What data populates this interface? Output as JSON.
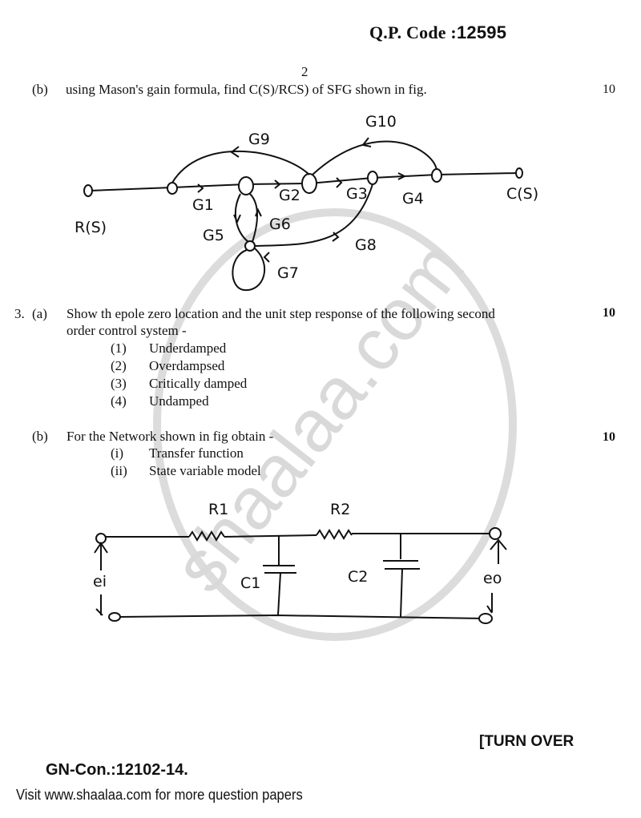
{
  "header": {
    "qp_code_label": "Q.P. Code :",
    "qp_code_value": "12595",
    "page_number": "2"
  },
  "watermark": {
    "text": "shaalaa.com",
    "color": "#d9d9d9"
  },
  "questions": [
    {
      "id": "2b",
      "number": "",
      "part": "(b)",
      "text": "using Mason's gain formula, find C(S)/RCS) of SFG shown in fig.",
      "marks": "10",
      "figure": {
        "type": "signal-flow-graph",
        "input_label": "R(S)",
        "output_label": "C(S)",
        "gain_labels": [
          "G1",
          "G2",
          "G3",
          "G4",
          "G5",
          "G6",
          "G7",
          "G8",
          "G9",
          "G10"
        ]
      }
    },
    {
      "id": "3a",
      "number": "3.",
      "part": "(a)",
      "text_line1": "Show th epole zero location and the unit step response of the following second",
      "text_line2": "order control system -",
      "marks": "10",
      "items": [
        {
          "num": "(1)",
          "text": "Underdamped"
        },
        {
          "num": "(2)",
          "text": "Overdampsed"
        },
        {
          "num": "(3)",
          "text": "Critically damped"
        },
        {
          "num": "(4)",
          "text": "Undamped"
        }
      ]
    },
    {
      "id": "3b",
      "number": "",
      "part": "(b)",
      "text": "For the Network shown in fig obtain -",
      "marks": "10",
      "items": [
        {
          "num": "(i)",
          "text": "Transfer function"
        },
        {
          "num": "(ii)",
          "text": "State variable model"
        }
      ],
      "figure": {
        "type": "rc-ladder-circuit",
        "labels": {
          "r1": "R1",
          "r2": "R2",
          "c1": "C1",
          "c2": "C2",
          "input": "ei",
          "output": "eo"
        }
      }
    }
  ],
  "footer": {
    "turn_over": "[TURN OVER",
    "gn_con": "GN-Con.:12102-14.",
    "visit_text": "Visit www.shaalaa.com for more question papers"
  }
}
